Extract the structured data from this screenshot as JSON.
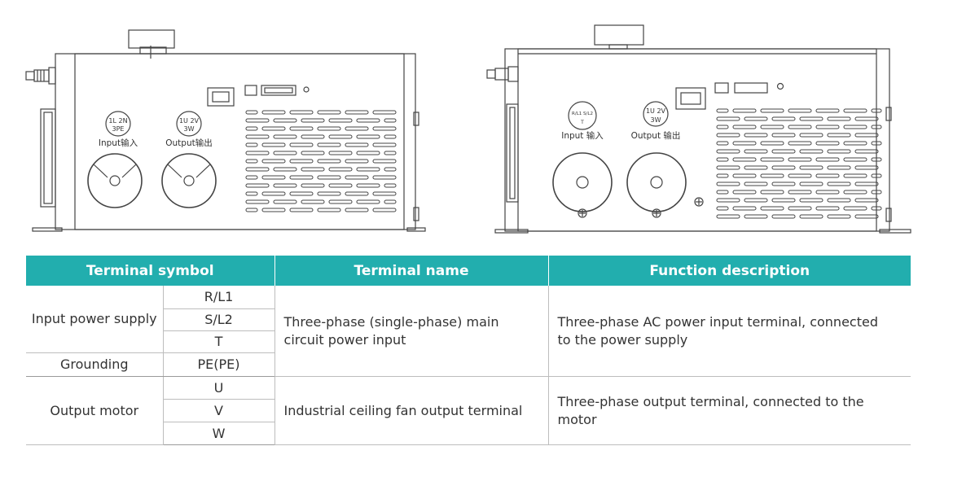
{
  "drawings": {
    "left": {
      "input_connector": {
        "top": "1L 2N",
        "bottom": "3PE",
        "label": "Input输入"
      },
      "output_connector": {
        "top": "1U 2V",
        "bottom": "3W",
        "label": "Output输出"
      }
    },
    "right": {
      "input_connector": {
        "top": "R/L1 S/L2",
        "bottom": "T",
        "label": "Input 输入"
      },
      "output_connector": {
        "top": "1U 2V",
        "bottom": "3W",
        "label": "Output 输出"
      }
    }
  },
  "table": {
    "headers": [
      "Terminal symbol",
      "Terminal name",
      "Function description"
    ],
    "groups": [
      {
        "category": "Input power supply",
        "symbols": [
          "R/L1",
          "S/L2",
          "T"
        ],
        "name": "Three-phase (single-phase) main circuit power input",
        "description": "Three-phase AC power input terminal, connected to the power supply"
      },
      {
        "category": "Grounding",
        "symbols": [
          "PE(PE)"
        ]
      },
      {
        "category": "Output motor",
        "symbols": [
          "U",
          "V",
          "W"
        ],
        "name": "Industrial ceiling fan output terminal",
        "description": "Three-phase output terminal, connected to the motor"
      }
    ]
  }
}
